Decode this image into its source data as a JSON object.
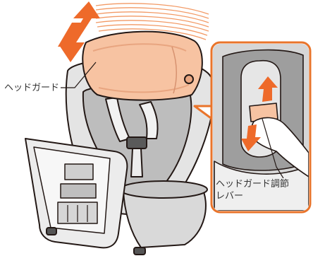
{
  "labels": {
    "headguard": "ヘッドガード",
    "lever_line1": "ヘッドガード調節",
    "lever_line2": "レバー"
  },
  "colors": {
    "arrow": "#EE6A2A",
    "cushion": "#F7C3A2",
    "cushion_shade": "#E8A580",
    "line": "#231815",
    "seat_gray": "#8C8C8C",
    "seat_light": "#D9D9D9",
    "callout_border": "#E9742B"
  },
  "icons": {
    "adjust_arrow": "double-headed-arrow-icon",
    "motion_lines": "motion-lines-icon",
    "hand": "hand-icon"
  }
}
